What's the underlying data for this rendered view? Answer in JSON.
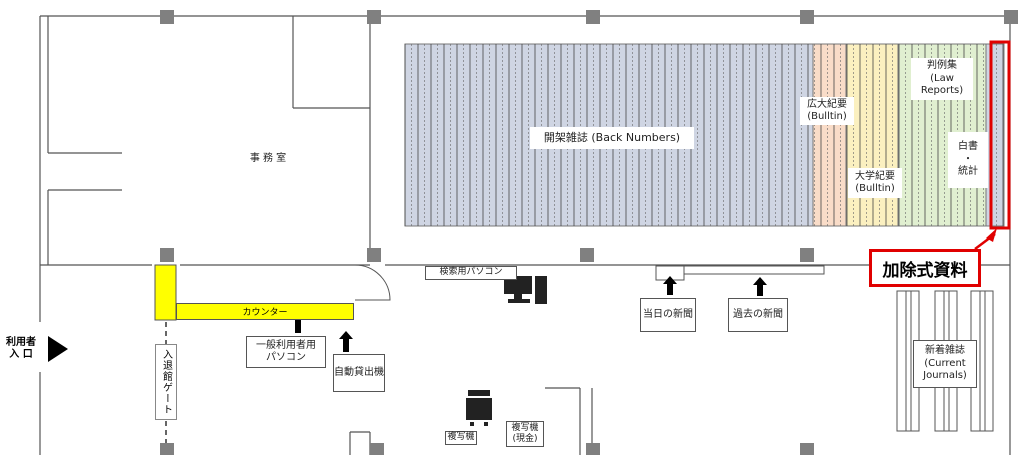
{
  "map": {
    "office": "事 務 室",
    "back_numbers": "開架雑誌 (Back Numbers)",
    "kodai_kiyo": "広大紀要\n(Bulltin)",
    "daigaku_kiyo": "大学紀要\n(Bulltin)",
    "law_reports": "判例集\n(Law\nReports)",
    "hakusho": "白書\n・\n統計",
    "loose_leaf_callout": "加除式資料",
    "search_pc": "検索用パソコン",
    "counter": "カウンター",
    "general_pc": "一般利用者用\nパソコン",
    "auto_checkout": "自動貸出機",
    "todays_newspaper": "当日の新聞",
    "past_newspaper": "過去の新聞",
    "current_journals": "新着雑誌\n(Current\nJournals)",
    "entrance": "利用者\n入 口",
    "gate": "入退館ゲート",
    "copier": "複写機",
    "copier_cash": "複写機\n(現金)",
    "colors": {
      "shelf_grey": "#cfd5e3",
      "shelf_peach": "#f9dcc8",
      "shelf_yellow": "#fbf0c0",
      "shelf_green": "#e0efd0",
      "counter_yellow": "#ffff00",
      "callout_red": "#e00000",
      "pillar": "#808080"
    }
  }
}
